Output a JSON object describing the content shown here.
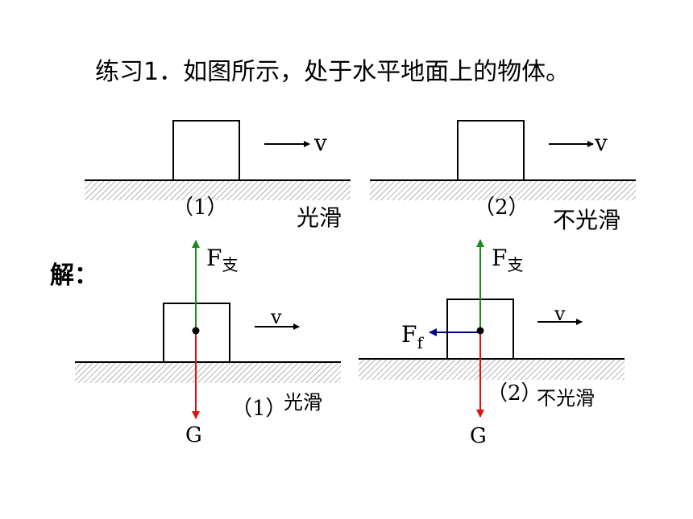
{
  "title": "练习1．如图所示，处于水平地面上的物体。",
  "top": {
    "left": {
      "number": "（1）",
      "surface": "光滑",
      "velocity": "v"
    },
    "right": {
      "number": "（2）",
      "surface": "不光滑",
      "velocity": "v"
    }
  },
  "solution_label": "解：",
  "bottom": {
    "left": {
      "support_force_main": "F",
      "support_force_sub": "支",
      "gravity": "G",
      "velocity": "v",
      "number": "（1）",
      "surface": "光滑"
    },
    "right": {
      "support_force_main": "F",
      "support_force_sub": "支",
      "friction_main": "F",
      "friction_sub": "f",
      "gravity": "G",
      "velocity": "v",
      "number": "（2）",
      "surface": "不光滑"
    }
  },
  "colors": {
    "support_force": "#1a8a1a",
    "gravity": "#e01010",
    "friction": "#000080",
    "ground_hatch": "#777777"
  }
}
